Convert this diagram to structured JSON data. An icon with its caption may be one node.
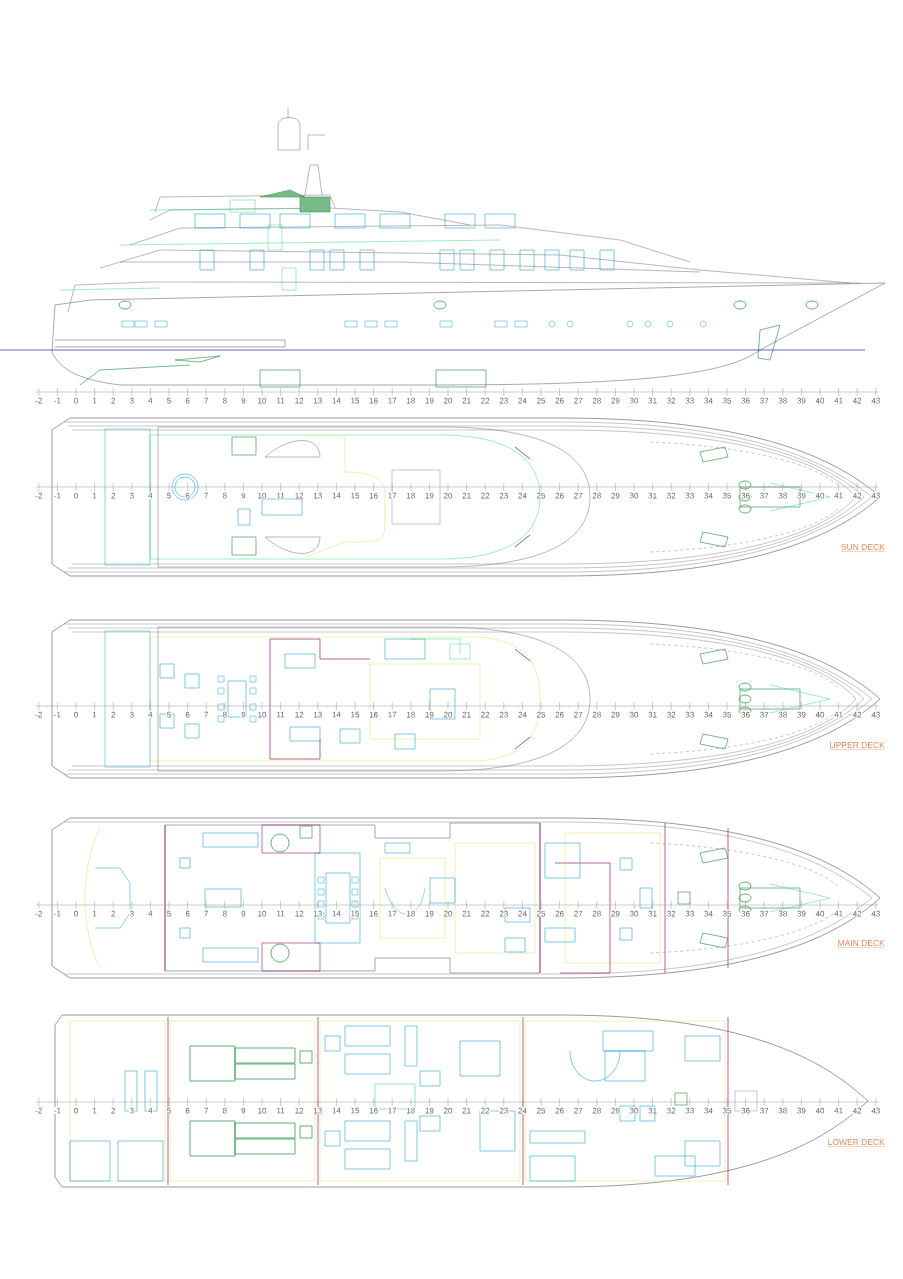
{
  "diagram": {
    "labels": [
      "-2",
      "-1",
      "0",
      "1",
      "2",
      "3",
      "4",
      "5",
      "6",
      "7",
      "8",
      "9",
      "10",
      "11",
      "12",
      "13",
      "14",
      "15",
      "16",
      "17",
      "18",
      "19",
      "20",
      "21",
      "22",
      "23",
      "24",
      "25",
      "26",
      "27",
      "28",
      "29",
      "30",
      "31",
      "32",
      "33",
      "34",
      "35",
      "36",
      "37",
      "38",
      "39",
      "40",
      "41",
      "42",
      "43",
      "-2",
      "-1",
      "0",
      "1",
      "2",
      "3",
      "4",
      "5",
      "6",
      "7",
      "8",
      "9",
      "10",
      "11",
      "12",
      "13",
      "14",
      "15",
      "16",
      "17",
      "18",
      "19",
      "20",
      "21",
      "22",
      "23",
      "24",
      "25",
      "26",
      "27",
      "28",
      "29",
      "30",
      "31",
      "32",
      "33",
      "34",
      "35",
      "36",
      "37",
      "38",
      "39",
      "40",
      "41",
      "42",
      "43",
      "SUN DECK",
      "-2",
      "-1",
      "0",
      "1",
      "2",
      "3",
      "4",
      "5",
      "6",
      "7",
      "8",
      "9",
      "10",
      "11",
      "12",
      "13",
      "14",
      "15",
      "16",
      "17",
      "18",
      "19",
      "20",
      "21",
      "22",
      "23",
      "24",
      "25",
      "26",
      "27",
      "28",
      "29",
      "30",
      "31",
      "32",
      "33",
      "34",
      "35",
      "36",
      "37",
      "38",
      "39",
      "40",
      "41",
      "42",
      "43",
      "UPPER DECK",
      "-2",
      "-1",
      "0",
      "1",
      "2",
      "3",
      "4",
      "5",
      "6",
      "7",
      "8",
      "9",
      "10",
      "11",
      "12",
      "13",
      "14",
      "15",
      "16",
      "17",
      "18",
      "19",
      "20",
      "21",
      "22",
      "23",
      "24",
      "25",
      "26",
      "27",
      "28",
      "29",
      "30",
      "31",
      "32",
      "33",
      "34",
      "35",
      "36",
      "37",
      "38",
      "39",
      "40",
      "41",
      "42",
      "43",
      "MAIN DECK",
      "-2",
      "-1",
      "0",
      "1",
      "2",
      "3",
      "4",
      "5",
      "6",
      "7",
      "8",
      "9",
      "10",
      "11",
      "12",
      "13",
      "14",
      "15",
      "16",
      "17",
      "18",
      "19",
      "20",
      "21",
      "22",
      "23",
      "24",
      "25",
      "26",
      "27",
      "28",
      "29",
      "30",
      "31",
      "32",
      "33",
      "34",
      "35",
      "36",
      "37",
      "38",
      "39",
      "40",
      "41",
      "42",
      "43",
      "LOWER DECK"
    ]
  }
}
